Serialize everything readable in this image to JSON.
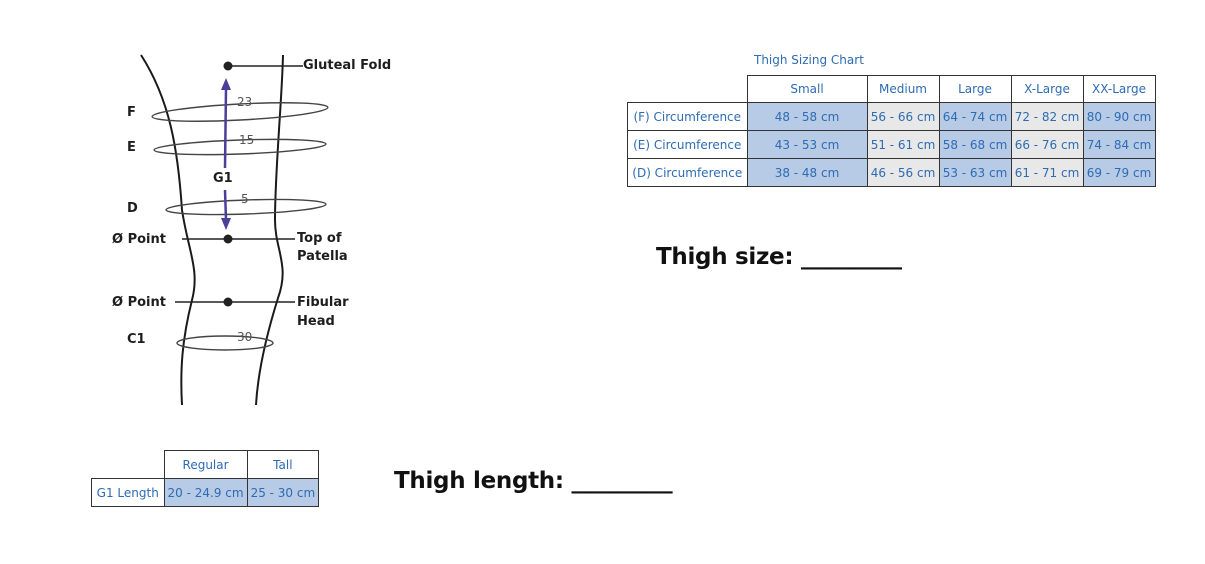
{
  "diagram": {
    "landmarks": {
      "gluteal_fold": "Gluteal Fold",
      "top_of_patella_line1": "Top of",
      "top_of_patella_line2": "Patella",
      "fibular_head_line1": "Fibular",
      "fibular_head_line2": "Head"
    },
    "left_labels": {
      "f": "F",
      "e": "E",
      "d": "D",
      "point1": "Ø Point",
      "point2": "Ø Point",
      "c1": "C1"
    },
    "measure_values": {
      "f": "23",
      "e": "15",
      "d": "5",
      "c1": "30"
    },
    "length_label": "G1",
    "arrow_color": "#4b3f9a"
  },
  "thigh_sizing_chart": {
    "title": "Thigh Sizing Chart",
    "columns": [
      "Small",
      "Medium",
      "Large",
      "X-Large",
      "XX-Large"
    ],
    "rows": [
      {
        "label": "(F) Circumference",
        "values": [
          "48 - 58 cm",
          "56 - 66 cm",
          "64 - 74 cm",
          "72 - 82 cm",
          "80 - 90 cm"
        ]
      },
      {
        "label": "(E) Circumference",
        "values": [
          "43 - 53 cm",
          "51 - 61 cm",
          "58 - 68 cm",
          "66 - 76 cm",
          "74 - 84 cm"
        ]
      },
      {
        "label": "(D) Circumference",
        "values": [
          "38 - 48 cm",
          "46 - 56 cm",
          "53 - 63 cm",
          "61 - 71 cm",
          "69 - 79 cm"
        ]
      }
    ]
  },
  "length_chart": {
    "columns": [
      "Regular",
      "Tall"
    ],
    "rows": [
      {
        "label": "G1 Length",
        "values": [
          "20 - 24.9 cm",
          "25 - 30 cm"
        ]
      }
    ]
  },
  "fields": {
    "thigh_size": "Thigh size: _________",
    "thigh_length": "Thigh length: _________"
  },
  "colors": {
    "table_text": "#2d6bb3",
    "shaded_blue": "#b7cbe6",
    "shaded_gray": "#e8e8e8"
  }
}
